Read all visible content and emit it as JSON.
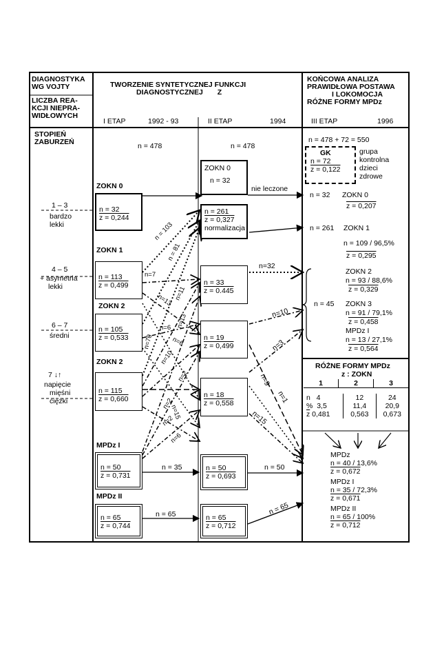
{
  "col1": {
    "hdr_line1": "DIAGNOSTYKA",
    "hdr_line2": "WG VOJTY",
    "sub_line1": "LICZBA REA-",
    "sub_line2": "KCJI NIEPRA-",
    "sub_line3": "WIDŁOWYCH",
    "stopien1": "STOPIEŃ",
    "stopien2": "ZABURZEŃ",
    "g1_range": "1 – 3",
    "g1_label1": "bardzo",
    "g1_label2": "lekki",
    "g2_range": "4 – 5",
    "g2_label1": "+ asymetria",
    "g2_label2": "lekki",
    "g3_range": "6 – 7",
    "g3_label": "średni",
    "g4_range": "7 ↓↑",
    "g4_label1": "napięcie",
    "g4_label2": "mięśni",
    "g4_label3": "ciężki"
  },
  "col2": {
    "hdr_line1": "TWORZENIE SYNTETYCZNEJ FUNKCJI",
    "hdr_line2": "DIAGNOSTYCZNEJ",
    "hdr_z": "Z",
    "etap1": "I  ETAP",
    "years1": "1992 - 93",
    "etap2": "II  ETAP",
    "years2": "1994",
    "n1": "n = 478",
    "n2": "n = 478"
  },
  "stage1": {
    "zokn0_label": "ZOKN 0",
    "b0_n": "n = 32",
    "b0_z": "z = 0,244",
    "zokn1_label": "ZOKN 1",
    "b1_n": "n = 113",
    "b1_z": "z = 0,499",
    "zokn2a_label": "ZOKN 2",
    "b2_n": "n = 105",
    "b2_z": "z = 0,533",
    "zokn2b_label": "ZOKN 2",
    "b3_n": "n = 115",
    "b3_z": "z = 0,660",
    "mpdz1_label": "MPDz I",
    "b4_n": "n = 50",
    "b4_z": "z = 0,731",
    "mpdz2_label": "MPDz II",
    "b5_n": "n = 65",
    "b5_z": "z = 0,744"
  },
  "stage2": {
    "c0_title": "ZOKN 0",
    "c0_n": "n = 32",
    "c1_n": "n = 261",
    "c1_z": "z = 0,327",
    "c1_norm": "normalizacja",
    "c2_n": "n = 33",
    "c2_z": "z = 0.445",
    "c3_n": "n = 19",
    "c3_z": "z = 0,499",
    "c4_n": "n = 18",
    "c4_z": "z = 0,558",
    "c5_n": "n = 50",
    "c5_z": "z = 0,693",
    "c6_n": "n = 65",
    "c6_z": "z = 0,712"
  },
  "arrows": {
    "nie_leczone": "nie leczone",
    "n103": "n = 103",
    "n81": "n = 81",
    "n7": "n=7",
    "n13": "n=13",
    "n11": "n=11",
    "n6a": "n=6",
    "n70": "n=70",
    "n10a": "n=10",
    "n13b": "n=13",
    "n6b": "n=6",
    "n2a": "n=2",
    "n2b": "n=2",
    "n2c": "n=2",
    "n15a": "n=15",
    "n6c": "n=6",
    "n35": "n = 35",
    "n65a": "n = 65",
    "n32": "n=32",
    "n10b": "n=10",
    "n3": "n=3",
    "n9": "n=9",
    "n1": "n=1",
    "n15b": "n=15",
    "n50": "n = 50",
    "n65b": "n = 65"
  },
  "col3": {
    "hdr_line1": "KOŃCOWA ANALIZA",
    "hdr_line2": "PRAWIDŁOWA POSTAWA",
    "hdr_line3": "I LOKOMOCJA",
    "hdr_line4": "RÓŻNE FORMY MPDz",
    "etap3": "III  ETAP",
    "years3": "1996",
    "ntotal": "n = 478 + 72  =  550",
    "gk_title": "GK",
    "gk_n": "n = 72",
    "gk_z": "z = 0,122",
    "gk_note1": "grupa",
    "gk_note2": "kontrolna",
    "gk_note3": "dzieci",
    "gk_note4": "zdrowe",
    "r0_n": "n = 32",
    "r0_label": "ZOKN 0",
    "r0_z": "z = 0,207",
    "r1_n": "n = 261",
    "r1_label": "ZOKN 1",
    "r1_count": "n = 109 / 96,5%",
    "r1_z": "z  = 0,295",
    "r2_label": "ZOKN 2",
    "r2_count": "n = 93 / 88,6%",
    "r2_z": "z = 0,329",
    "r3_n": "n = 45",
    "r3_label": "ZOKN 3",
    "r3_count": "n = 91 / 79,1%",
    "r3_z": "z = 0,458",
    "r4_label": "MPDz I",
    "r4_count": "n = 13 / 27,1%",
    "r4_z": "z = 0,564",
    "forms_title": "RÓŻNE FORMY MPDz",
    "forms_sub": "z : ZOKN",
    "forms_cols": [
      "1",
      "2",
      "3"
    ],
    "forms_n_label": "n",
    "forms_pct_label": "%",
    "forms_z_label": "z",
    "forms_n": [
      "4",
      "12",
      "24"
    ],
    "forms_pct": [
      "3,5",
      "11,4",
      "20,9"
    ],
    "forms_z": [
      "0,481",
      "0,563",
      "0,673"
    ],
    "m_title": "MPDz",
    "m_count": "n = 40 / 13,6%",
    "m_z": "z = 0,672",
    "m1_title": "MPDz I",
    "m1_count": "n = 35 / 72,3%",
    "m1_z": "z = 0,671",
    "m2_title": "MPDz II",
    "m2_count": "n = 65 / 100%",
    "m2_z": "z = 0,712"
  }
}
